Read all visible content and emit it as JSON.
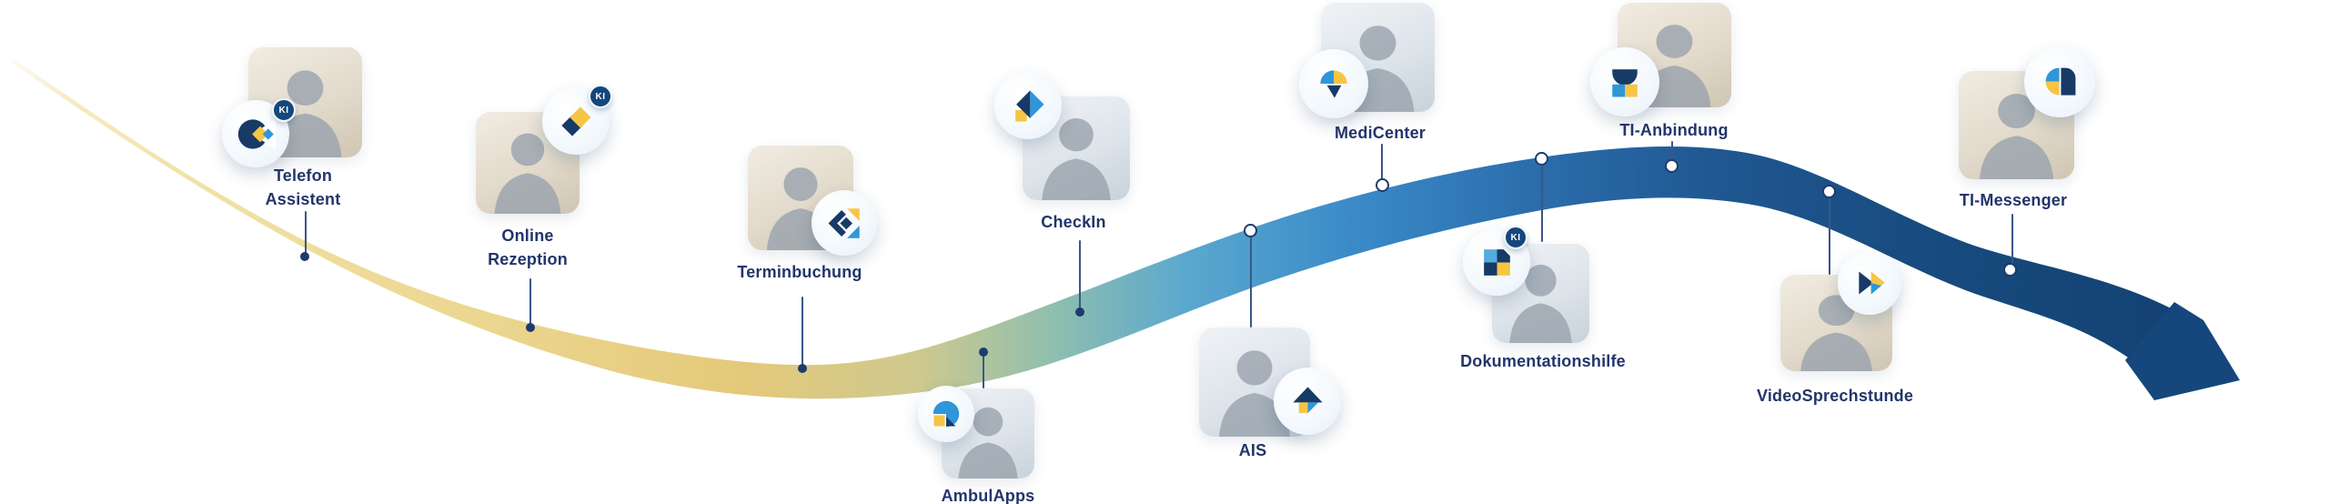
{
  "page": {
    "background": "#ffffff"
  },
  "palette": {
    "band_yellow_pale": "#F3E7B4",
    "band_yellow": "#E5C97A",
    "band_teal": "#8FBFAE",
    "band_blue": "#3C8CC9",
    "band_navy": "#15477C",
    "icon_navy": "#173A66",
    "icon_blue": "#2F96D9",
    "icon_lightblue": "#54ABE0",
    "icon_yellow": "#F6C544",
    "label_color": "#22356B",
    "node_color": "#1D3C6E",
    "ki_badge_bg": "#15477C",
    "ki_badge_text_color": "#FFFFFF"
  },
  "timeline": {
    "ki_badge_label": "KI",
    "items": [
      {
        "id": "telefon-assistent",
        "label_lines": [
          "Telefon",
          "Assistent"
        ],
        "ki": true,
        "icon": "telefon-assistent-logo-icon",
        "photo": "woman-on-phone-at-desk"
      },
      {
        "id": "online-rezeption",
        "label_lines": [
          "Online",
          "Rezeption"
        ],
        "ki": true,
        "icon": "online-rezeption-logo-icon",
        "photo": "mother-with-child-using-phone"
      },
      {
        "id": "terminbuchung",
        "label_lines": [
          "Terminbuchung"
        ],
        "ki": false,
        "icon": "terminbuchung-logo-icon",
        "photo": "hands-holding-smartphone"
      },
      {
        "id": "ambulapps",
        "label_lines": [
          "AmbulApps"
        ],
        "ki": false,
        "icon": "ambulapps-logo-icon",
        "photo": "senior-woman-with-tablet"
      },
      {
        "id": "checkin",
        "label_lines": [
          "CheckIn"
        ],
        "ki": false,
        "icon": "checkin-logo-icon",
        "photo": "man-at-checkin-terminal"
      },
      {
        "id": "ais",
        "label_lines": [
          "AIS"
        ],
        "ki": false,
        "icon": "ais-logo-icon",
        "photo": "smiling-female-doctor"
      },
      {
        "id": "medicenter",
        "label_lines": [
          "MediCenter"
        ],
        "ki": false,
        "icon": "medicenter-logo-icon",
        "photo": "male-doctor-with-glasses"
      },
      {
        "id": "dokumentationshilfe",
        "label_lines": [
          "Dokumentationshilfe"
        ],
        "ki": true,
        "icon": "dokumentationshilfe-logo-icon",
        "photo": "doctor-talking-to-patient"
      },
      {
        "id": "ti-anbindung",
        "label_lines": [
          "TI-Anbindung"
        ],
        "ki": false,
        "icon": "ti-anbindung-logo-icon",
        "photo": "doctor-at-laptop-cloud-network"
      },
      {
        "id": "videosprechstunde",
        "label_lines": [
          "VideoSprechstunde"
        ],
        "ki": false,
        "icon": "videosprechstunde-logo-icon",
        "photo": "doctor-waving-in-video-call"
      },
      {
        "id": "ti-messenger",
        "label_lines": [
          "TI-Messenger"
        ],
        "ki": false,
        "icon": "ti-messenger-logo-icon",
        "photo": "doctor-pointing-at-tablet"
      }
    ]
  }
}
